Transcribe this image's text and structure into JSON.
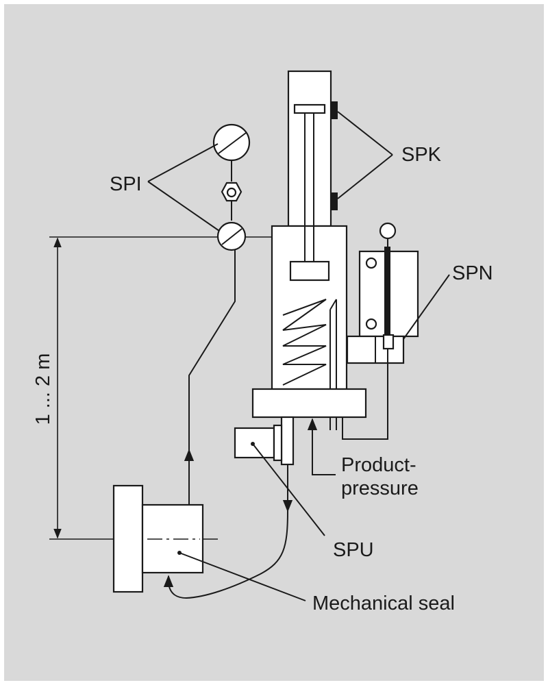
{
  "labels": {
    "spk": "SPK",
    "spi": "SPI",
    "spn": "SPN",
    "product_pressure_line1": "Product-",
    "product_pressure_line2": "pressure",
    "spu": "SPU",
    "mechanical_seal": "Mechanical seal",
    "height_range": "1 ... 2 m"
  },
  "colors": {
    "background": "#d9d9d9",
    "line": "#1a1a1a",
    "fill": "#ffffff"
  }
}
